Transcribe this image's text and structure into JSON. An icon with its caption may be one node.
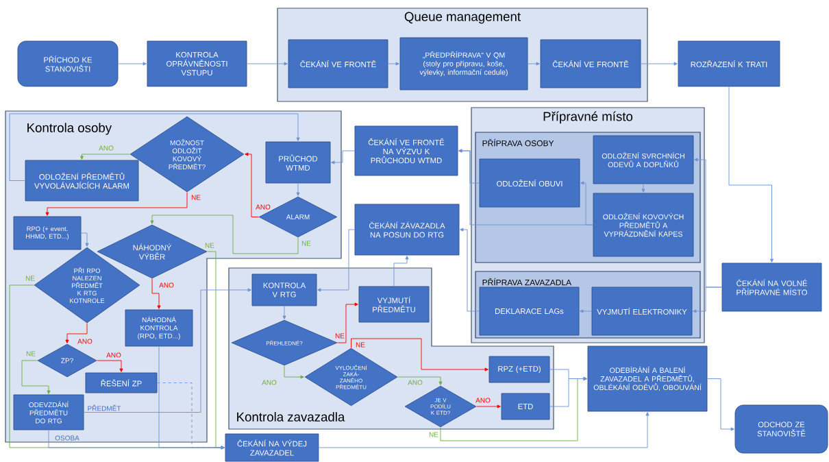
{
  "diagram": {
    "nodes": [
      {
        "text": [
          "PŘÍCHOD KE STANOVIŠTI"
        ]
      },
      {
        "text": [
          "KONTROLA OPRÁVNĚNOSTI VSTUPU"
        ]
      },
      {
        "text": [
          "Queue management"
        ]
      },
      {
        "text": [
          "ČEKÁNÍ VE FRONTĚ"
        ],
        "in": 2
      },
      {
        "text": [
          "„PŘEDPŘÍPRAVA“ V QM (stoly pro přípravu, koše, výlevky, informační cedule)"
        ],
        "in": 2
      },
      {
        "text": [
          "ČEKÁNÍ VE FRONTĚ"
        ],
        "in": 2
      },
      {
        "text": [
          "ROZŘAZENÍ K TRATI"
        ]
      },
      {
        "text": [
          "Kontrola osoby"
        ]
      },
      {
        "text": [
          "MOŽNOST ODLOŽIT KOVOVÝ PŘEDMĚT?"
        ],
        "in": 7
      },
      {
        "text": [
          "ODLOŽENÍ PŘEDMĚTŮ VYVOLÁVAJÍCÍCH ALARM"
        ],
        "in": 7
      },
      {
        "text": [
          "PRŮCHOD WTMD"
        ],
        "in": 7
      },
      {
        "text": [
          "ALARM"
        ],
        "in": 7
      },
      {
        "text": [
          "RPO (+ event. HHMD, ETD...)"
        ],
        "in": 7
      },
      {
        "text": [
          "NÁHODNÝ VÝBĚR"
        ],
        "in": 7
      },
      {
        "text": [
          "PŘI RPO NALEZEN PŘEDMĚT K RTG KOTNROLE"
        ],
        "in": 7
      },
      {
        "text": [
          "NÁHODNÁ KONTROLA (RPO, ETD...)"
        ],
        "in": 7
      },
      {
        "text": [
          "ZP?"
        ],
        "in": 7
      },
      {
        "text": [
          "ŘEŠENÍ ZP"
        ],
        "in": 7
      },
      {
        "text": [
          "ODEVZDÁNÍ PŘEDMĚTU DO RTG"
        ],
        "in": 7
      },
      {
        "text": [
          "ČEKÁNÍ VE FRONTĚ NA VÝZVU K PRŮCHODU WTMD"
        ]
      },
      {
        "text": [
          "ČEKÁNÍ ZÁVAZADLA NA POSUN DO RTG"
        ]
      },
      {
        "text": [
          "Přípravné místo"
        ]
      },
      {
        "text": [
          "PŘÍPRAVA OSOBY"
        ],
        "in": 21
      },
      {
        "text": [
          "ODLOŽENÍ SVRCHNÍCH ODEVŮ A DOPLŇKŮ"
        ],
        "in": 22
      },
      {
        "text": [
          "ODLOŽENÍ OBUVI"
        ],
        "in": 22
      },
      {
        "text": [
          "ODLOŽENÍ KOVOVÝCH PŘEDMĚTŮ A VYPRÁZDNĚNÍ KAPES"
        ],
        "in": 22
      },
      {
        "text": [
          "PŘÍPRAVA ZAVAZADLA"
        ],
        "in": 21
      },
      {
        "text": [
          "DEKLARACE LAGs"
        ],
        "in": 26
      },
      {
        "text": [
          "VYJMUTÍ ELEKTRONIKY"
        ],
        "in": 26
      },
      {
        "text": [
          "ČEKÁNÍ NA VOLNÉ PŘÍPRAVNÉ MÍSTO"
        ]
      },
      {
        "text": [
          "Kontrola zavazadla"
        ]
      },
      {
        "text": [
          "KONTROLA V RTG"
        ],
        "in": 30
      },
      {
        "text": [
          "VYJMUTÍ PŘEDMĚTU"
        ],
        "in": 30
      },
      {
        "text": [
          "PŘEHLEDNÉ?"
        ],
        "in": 30
      },
      {
        "text": [
          "VYLOUČENÍ ZAKÁ- ZANÉHO PŘEDMĚTU"
        ],
        "in": 30
      },
      {
        "text": [
          "JE V PODÍLU K ETD?"
        ],
        "in": 30
      },
      {
        "text": [
          "RPZ (+ETD)"
        ],
        "in": 30
      },
      {
        "text": [
          "ETD"
        ],
        "in": 30
      },
      {
        "text": [
          "ODEBÍRÁNÍ A BALENÍ ZAVAZADEL A PŘEDMĚTŮ, OBLÉKÁNÍ ODĚVŮ, OBOUVÁNÍ"
        ]
      },
      {
        "text": [
          "ODCHOD ZE STANOVIŠTĚ"
        ]
      },
      {
        "text": [
          "ČEKÁNÍ NA VÝDEJ ZAVAZADEL"
        ]
      }
    ],
    "edges": [
      {
        "from": 0,
        "to": 1,
        "arrow": "to"
      },
      {
        "from": 1,
        "to": 3,
        "arrow": "to"
      },
      {
        "from": 3,
        "to": 4,
        "arrow": "to"
      },
      {
        "from": 4,
        "to": 5,
        "arrow": "to"
      },
      {
        "from": 5,
        "to": 6,
        "arrow": "to"
      },
      {
        "from": 6,
        "to": 29,
        "arrow": "to"
      },
      {
        "from": 29,
        "to": 23,
        "arrow": "to"
      },
      {
        "from": 29,
        "to": 28,
        "arrow": "to"
      },
      {
        "from": 23,
        "to": 25,
        "arrow": "to"
      },
      {
        "from": 25,
        "to": 24,
        "arrow": "to"
      },
      {
        "from": 24,
        "to": 19,
        "arrow": "to"
      },
      {
        "from": 25,
        "to": 19,
        "arrow": "to"
      },
      {
        "from": 28,
        "to": 27,
        "arrow": "to"
      },
      {
        "from": 27,
        "to": 20,
        "arrow": "to"
      },
      {
        "from": 32,
        "to": 20,
        "arrow": "to"
      },
      {
        "from": 20,
        "to": 31,
        "arrow": "to"
      },
      {
        "from": 19,
        "to": 10,
        "arrow": "to"
      },
      {
        "from": 9,
        "to": 10,
        "arrow": "to"
      },
      {
        "from": 10,
        "to": 11,
        "arrow": "to"
      },
      {
        "from": 11,
        "to": 8,
        "arrow": "to",
        "label": "ANO",
        "color": "#ff0000"
      },
      {
        "from": 8,
        "to": 9,
        "arrow": "to",
        "label": "ANO",
        "color": "#70ad47"
      },
      {
        "from": 8,
        "to": 12,
        "arrow": "to",
        "label": "NE",
        "color": "#ff0000"
      },
      {
        "from": 11,
        "to": 13,
        "arrow": "to",
        "label": "NE",
        "color": "#70ad47"
      },
      {
        "from": 12,
        "to": 14,
        "arrow": "to"
      },
      {
        "from": 13,
        "to": 40,
        "arrow": "to",
        "label": "NE",
        "color": "#70ad47"
      },
      {
        "from": 14,
        "to": 16,
        "arrow": "to",
        "label": "ANO",
        "color": "#ff0000"
      },
      {
        "from": 14,
        "to": 40,
        "arrow": "to",
        "label": "NE",
        "color": "#70ad47"
      },
      {
        "from": 13,
        "to": 15,
        "arrow": "to",
        "label": "ANO",
        "color": "#ff0000"
      },
      {
        "from": 16,
        "to": 18,
        "arrow": "to",
        "label": "NE",
        "color": "#70ad47"
      },
      {
        "from": 16,
        "to": 17,
        "arrow": "to",
        "label": "ANO",
        "color": "#ff0000"
      },
      {
        "from": 18,
        "to": 31,
        "arrow": "to",
        "label": "PŘEDMĚT"
      },
      {
        "from": 18,
        "to": 40,
        "arrow": "to",
        "label": "OSOBA"
      },
      {
        "from": 15,
        "to": 40,
        "arrow": "to"
      },
      {
        "from": 17,
        "to": 40,
        "arrow": "to",
        "style": "dashed"
      },
      {
        "from": 31,
        "to": 33,
        "arrow": "to"
      },
      {
        "from": 33,
        "to": 32,
        "arrow": "to",
        "label": "NE",
        "color": "#ff0000"
      },
      {
        "from": 33,
        "to": 34,
        "arrow": "to",
        "label": "ANO",
        "color": "#70ad47"
      },
      {
        "from": 34,
        "to": 36,
        "arrow": "to",
        "label": "NE",
        "color": "#ff0000"
      },
      {
        "from": 34,
        "to": 35,
        "arrow": "to",
        "label": "ANO",
        "color": "#70ad47"
      },
      {
        "from": 35,
        "to": 37,
        "arrow": "to",
        "label": "ANO",
        "color": "#ff0000"
      },
      {
        "from": 35,
        "to": 38,
        "arrow": "to",
        "label": "NE",
        "color": "#70ad47"
      },
      {
        "from": 36,
        "to": 38,
        "arrow": "to"
      },
      {
        "from": 37,
        "to": 38,
        "arrow": "to"
      },
      {
        "from": 40,
        "to": 38,
        "arrow": "to"
      },
      {
        "from": 38,
        "to": 39,
        "arrow": "to"
      }
    ]
  }
}
